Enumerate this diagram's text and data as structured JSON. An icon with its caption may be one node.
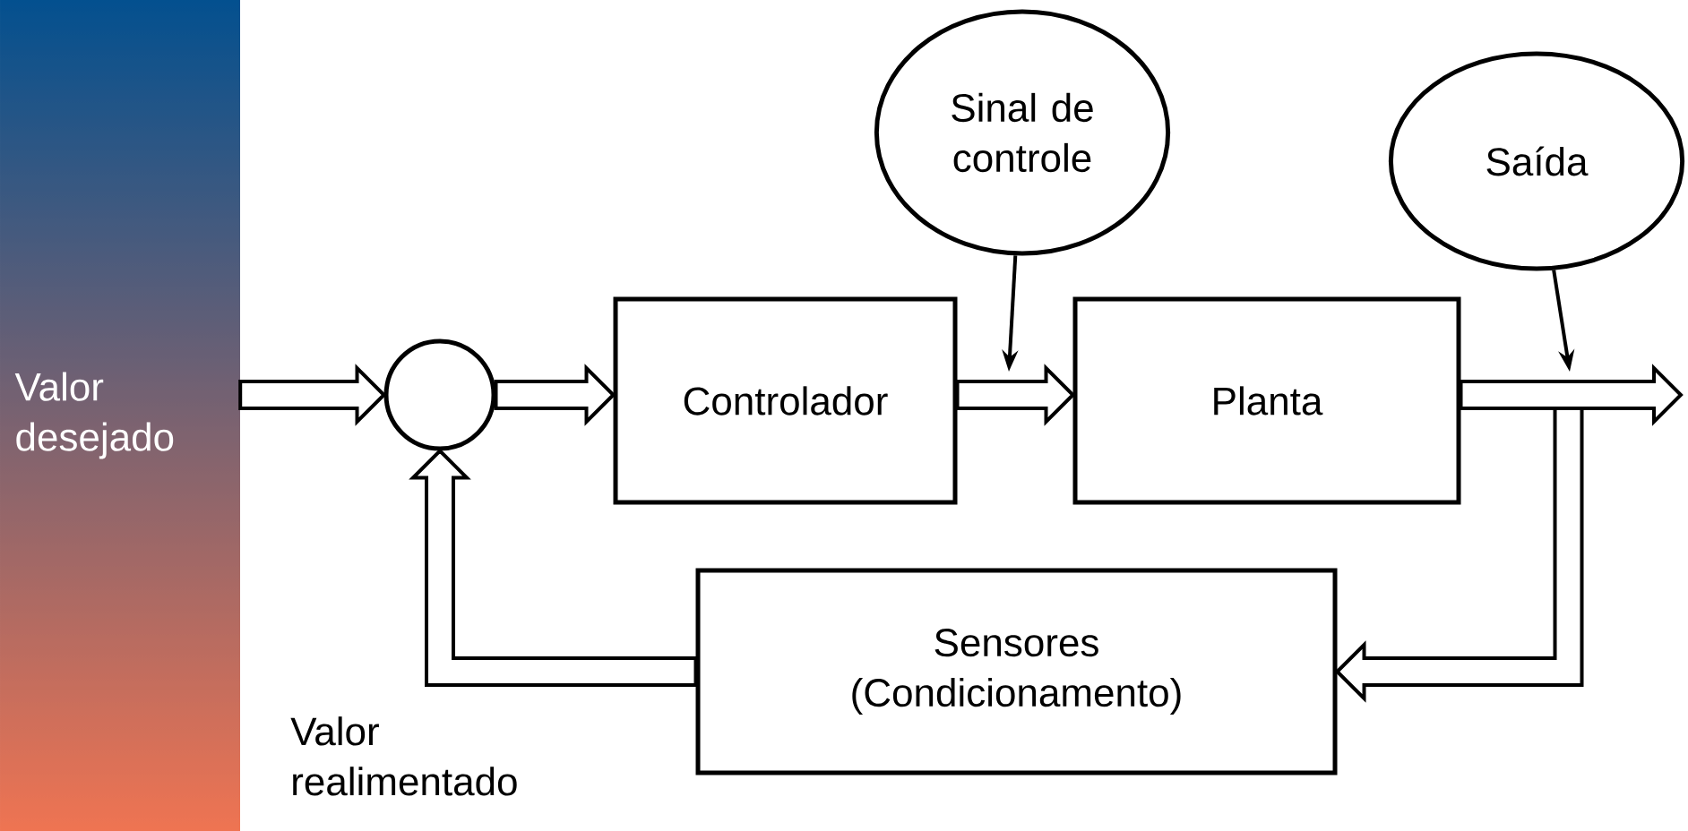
{
  "diagram": {
    "nodes": [
      {
        "text": [
          "Valor desejado"
        ]
      },
      {
        "text": [],
        "shape": "circle"
      },
      {
        "text": [
          "Controlador"
        ]
      },
      {
        "text": [
          "Planta"
        ]
      },
      {
        "text": [
          "Sinal de controle"
        ]
      },
      {
        "text": [
          "Saída"
        ]
      },
      {
        "text": [
          "Sensores (Condicionamento)"
        ]
      }
    ],
    "edges": [
      {
        "from": 0,
        "to": 1,
        "arrow": "to"
      },
      {
        "from": 1,
        "to": 2,
        "arrow": "to"
      },
      {
        "from": 2,
        "to": 3,
        "arrow": "to"
      },
      {
        "from": 3,
        "to": null,
        "arrow": "to"
      },
      {
        "from": 3,
        "to": 6,
        "arrow": "to"
      },
      {
        "from": 6,
        "to": 1,
        "arrow": "to"
      },
      {
        "from": 4,
        "to": null,
        "arrow": "to"
      },
      {
        "from": 5,
        "to": null,
        "arrow": "to"
      }
    ],
    "labels": [
      "Valor realimentado"
    ]
  }
}
